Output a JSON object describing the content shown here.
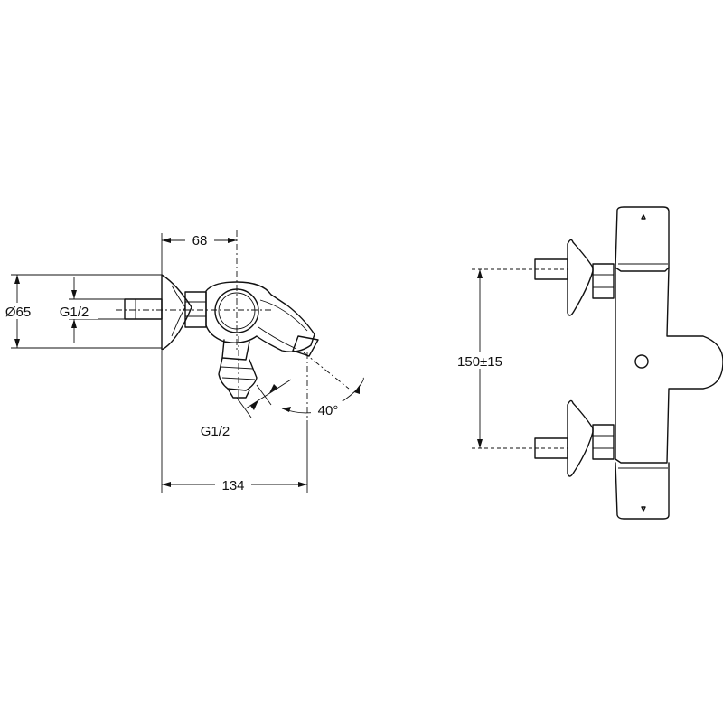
{
  "dimensions": {
    "width_top": "68",
    "diameter": "Ø65",
    "thread_inlet": "G1/2",
    "thread_outlet": "G1/2",
    "angle": "40°",
    "width_bottom": "134",
    "center_distance": "150±15"
  },
  "colors": {
    "line": "#111111",
    "background": "#ffffff"
  }
}
